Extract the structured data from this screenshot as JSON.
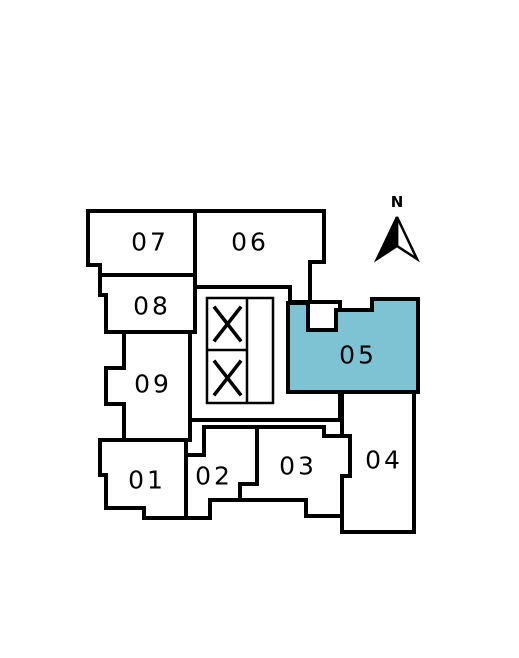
{
  "compass": {
    "label": "N",
    "icon": "north-arrow-icon"
  },
  "colors": {
    "highlight": "#7ec3d4",
    "outline": "#000000"
  },
  "selected_unit": "05",
  "units": {
    "u01": "01",
    "u02": "02",
    "u03": "03",
    "u04": "04",
    "u05": "05",
    "u06": "06",
    "u07": "07",
    "u08": "08",
    "u09": "09"
  },
  "core": {
    "elevator_1_icon": "elevator-x-icon",
    "elevator_2_icon": "elevator-x-icon"
  }
}
